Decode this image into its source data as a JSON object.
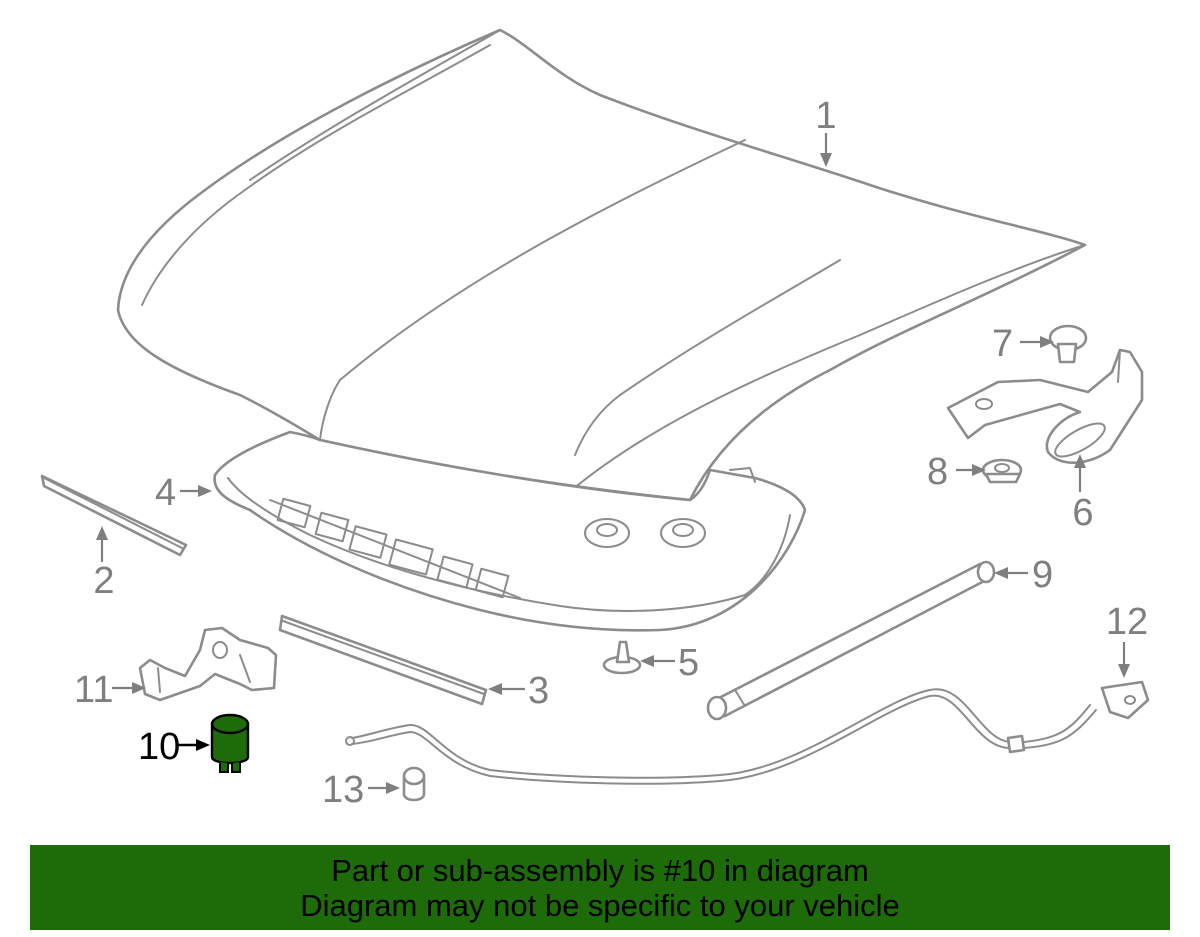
{
  "callouts": {
    "c1": "1",
    "c2": "2",
    "c3": "3",
    "c4": "4",
    "c5": "5",
    "c6": "6",
    "c7": "7",
    "c8": "8",
    "c9": "9",
    "c10": "10",
    "c11": "11",
    "c12": "12",
    "c13": "13"
  },
  "highlight_color": "#1e6b0a",
  "banner": {
    "line1": "Part or sub-assembly is #10 in diagram",
    "line2": "Diagram may not be specific to your vehicle",
    "background": "#1e6b0a"
  }
}
